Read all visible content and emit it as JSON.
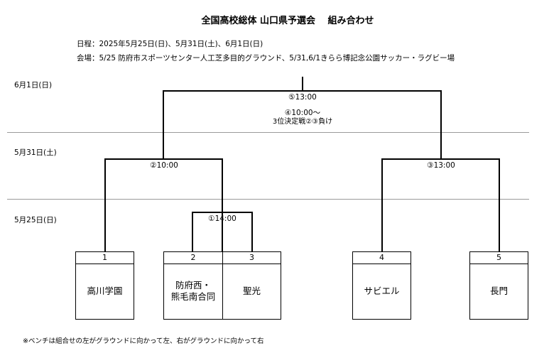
{
  "header": {
    "title": "全国高校総体 山口県予選会　 組み合わせ",
    "dates": "日程：2025年5月25日(日)、5月31日(土)、6月1日(日)",
    "venue": "会場：5/25 防府市スポーツセンター人工芝多目的グラウンド、5/31,6/1きらら博記念公園サッカー・ラグビー場"
  },
  "days": {
    "june1": "6月1日(日)",
    "may31": "5月31日(土)",
    "may25": "5月25日(日)"
  },
  "matches": {
    "final": "⑤13:00",
    "third_line1": "④10:00～",
    "third_line2": "3位決定戦②③負け",
    "semi_left": "②10:00",
    "semi_right": "③13:00",
    "first": "①14:00"
  },
  "teams": [
    {
      "num": "1",
      "name": "高川学園"
    },
    {
      "num": "2",
      "name": "防府西・\n熊毛南合同"
    },
    {
      "num": "3",
      "name": "聖光"
    },
    {
      "num": "4",
      "name": "サビエル"
    },
    {
      "num": "5",
      "name": "長門"
    }
  ],
  "footnote": "※ベンチは組合せの左がグラウンドに向かって左、右がグラウンドに向かって右"
}
